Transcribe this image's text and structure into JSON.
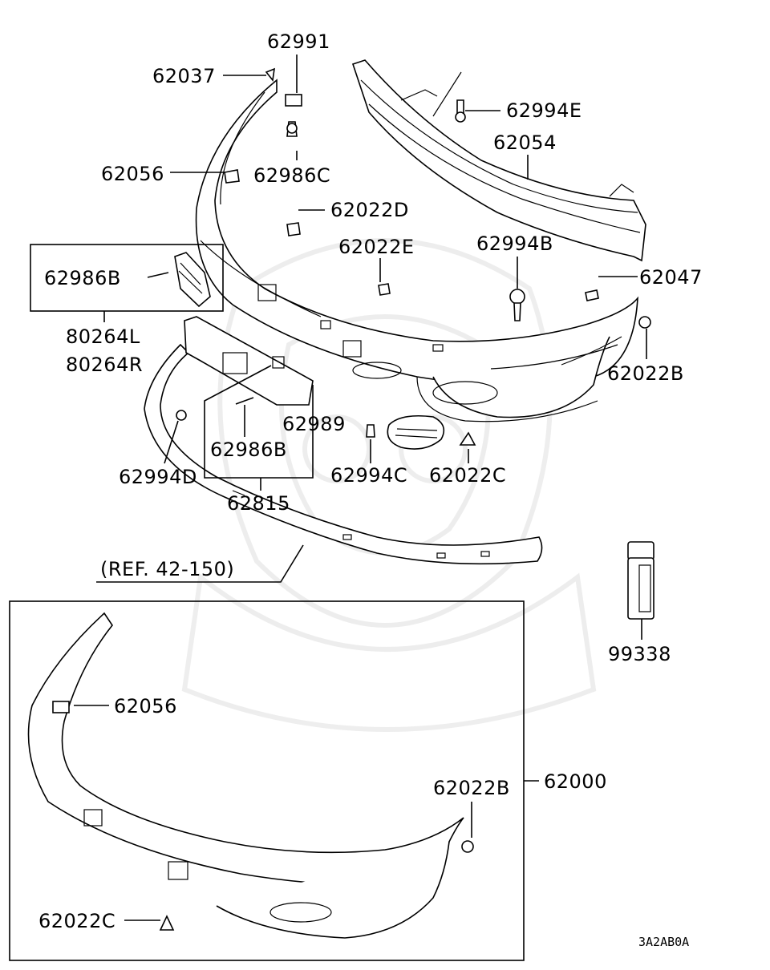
{
  "diagram": {
    "labels": {
      "p62991": "62991",
      "p62037": "62037",
      "p62994E": "62994E",
      "p62054": "62054",
      "p62056_top": "62056",
      "p62986C": "62986C",
      "p62022D": "62022D",
      "p62022E": "62022E",
      "p62994B": "62994B",
      "p62047": "62047",
      "p62986B_box": "62986B",
      "p80264L": "80264L",
      "p80264R": "80264R",
      "p62022B_top": "62022B",
      "p62989": "62989",
      "p62986B": "62986B",
      "p62994D": "62994D",
      "p62994C": "62994C",
      "p62022C_top": "62022C",
      "p62815": "62815",
      "ref": "(REF. 42-150)",
      "p99338": "99338",
      "p62056_inset": "62056",
      "p62022B_inset": "62022B",
      "p62000": "62000",
      "p62022C_inset": "62022C",
      "code": "3A2AB0A"
    }
  }
}
